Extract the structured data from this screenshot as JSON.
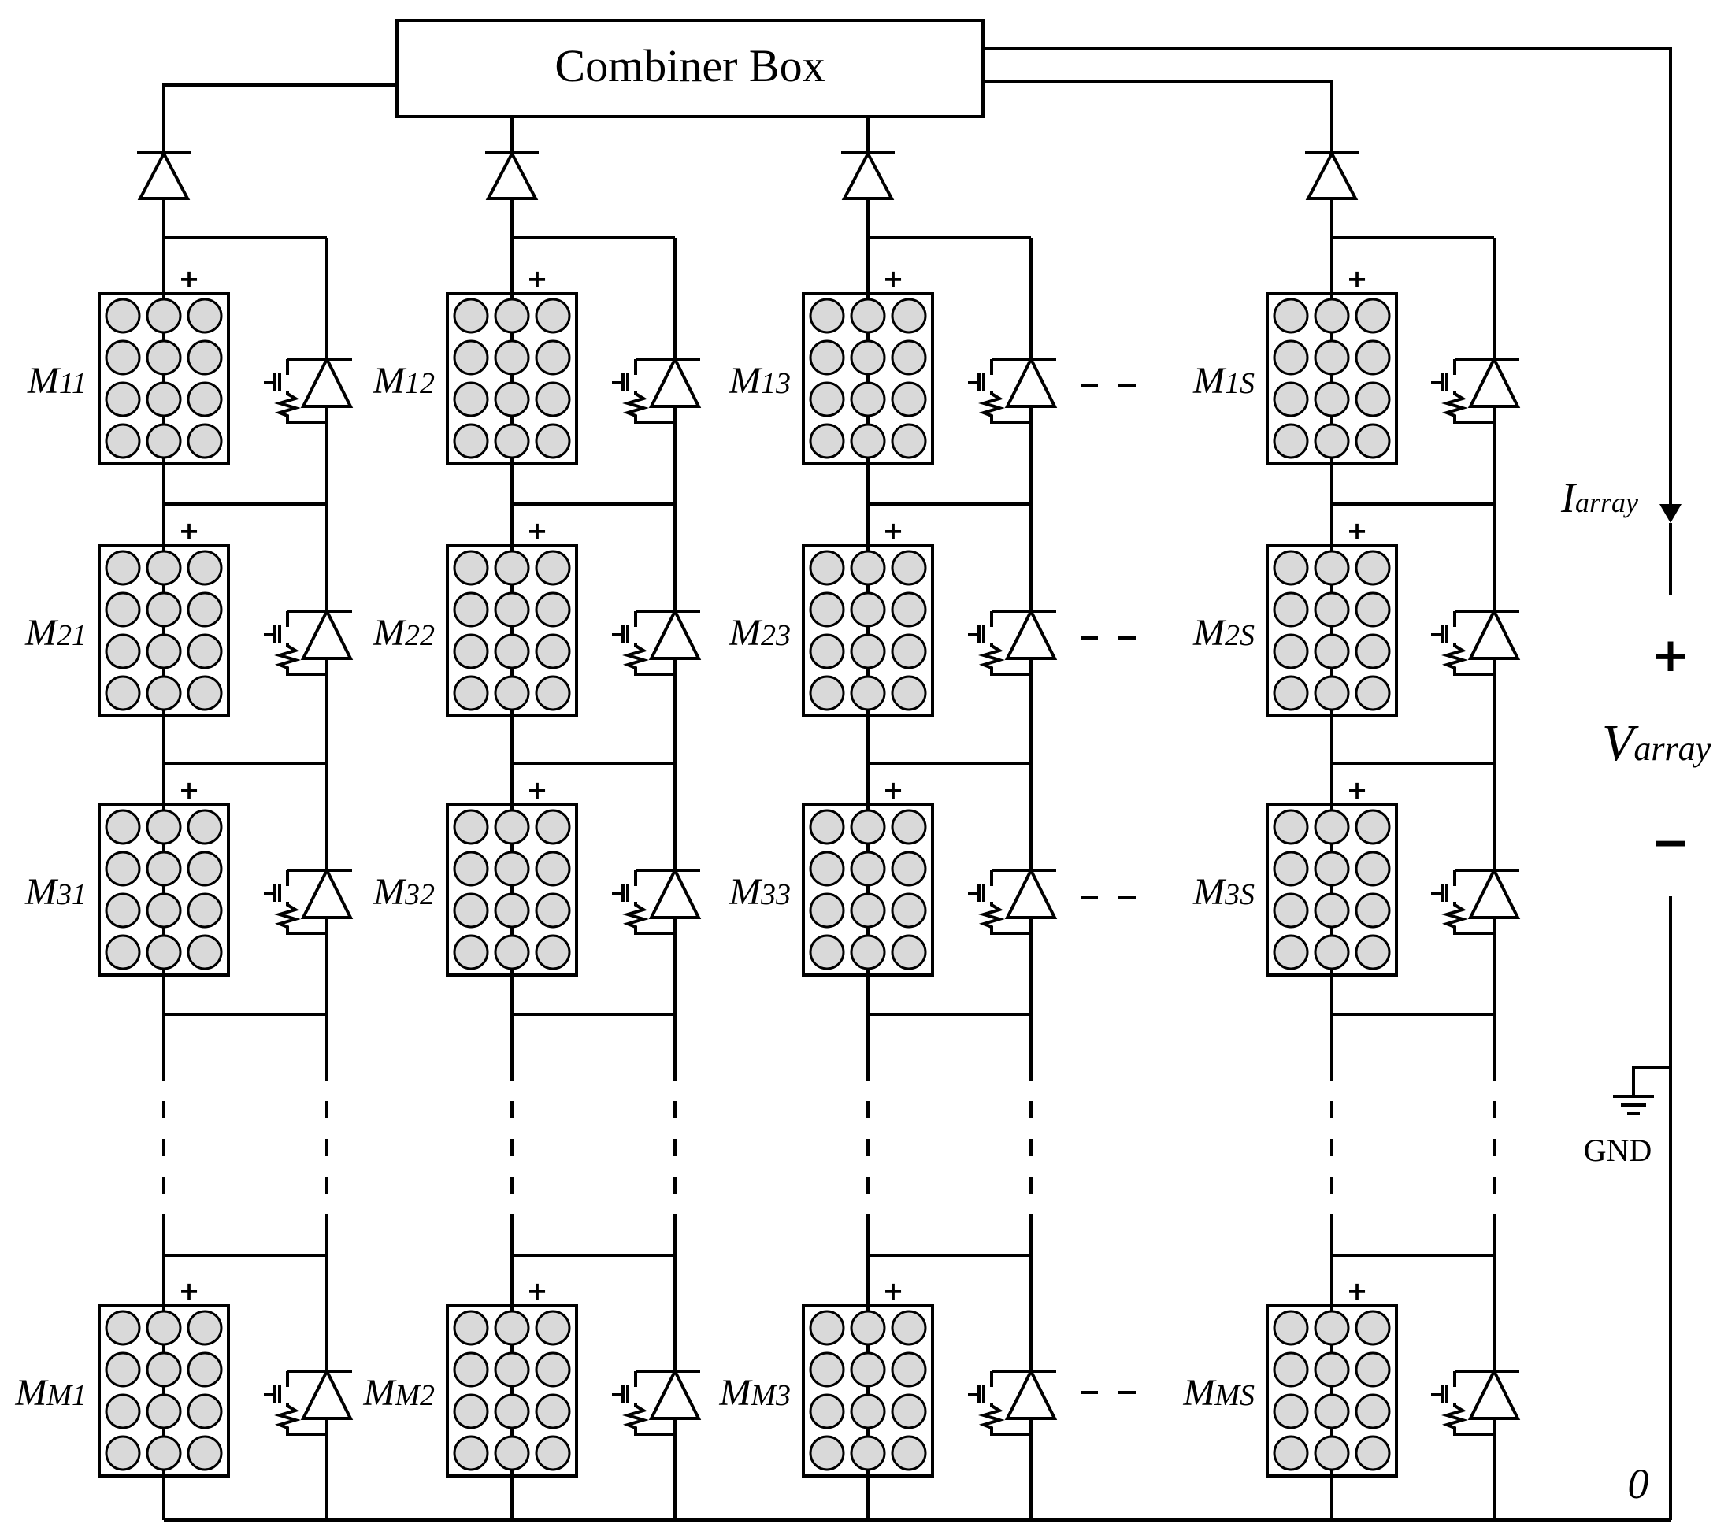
{
  "combiner_box": {
    "label": "Combiner Box"
  },
  "modules": {
    "rows": [
      {
        "row": "row-1",
        "labels": [
          {
            "main": "M",
            "sub": "11"
          },
          {
            "main": "M",
            "sub": "12"
          },
          {
            "main": "M",
            "sub": "13"
          },
          {
            "main": "M",
            "sub": "1S"
          }
        ]
      },
      {
        "row": "row-2",
        "labels": [
          {
            "main": "M",
            "sub": "21"
          },
          {
            "main": "M",
            "sub": "22"
          },
          {
            "main": "M",
            "sub": "23"
          },
          {
            "main": "M",
            "sub": "2S"
          }
        ]
      },
      {
        "row": "row-3",
        "labels": [
          {
            "main": "M",
            "sub": "31"
          },
          {
            "main": "M",
            "sub": "32"
          },
          {
            "main": "M",
            "sub": "33"
          },
          {
            "main": "M",
            "sub": "3S"
          }
        ]
      },
      {
        "row": "row-M",
        "labels": [
          {
            "main": "M",
            "sub": "M1"
          },
          {
            "main": "M",
            "sub": "M2"
          },
          {
            "main": "M",
            "sub": "M3"
          },
          {
            "main": "M",
            "sub": "MS"
          }
        ]
      }
    ],
    "polarity_mark": "+"
  },
  "output": {
    "current": {
      "main": "I",
      "sub": "array"
    },
    "voltage": {
      "main": "V",
      "sub": "array"
    },
    "plus": "+",
    "minus": "−",
    "gnd": "GND",
    "zero_node": "0"
  },
  "icons": {
    "pv_module": "pv-module-icon",
    "blocking_diode": "blocking-diode-icon",
    "bypass_switch": "mosfet-bypass-icon",
    "ground": "ground-icon",
    "current_arrow": "current-arrow-icon"
  }
}
